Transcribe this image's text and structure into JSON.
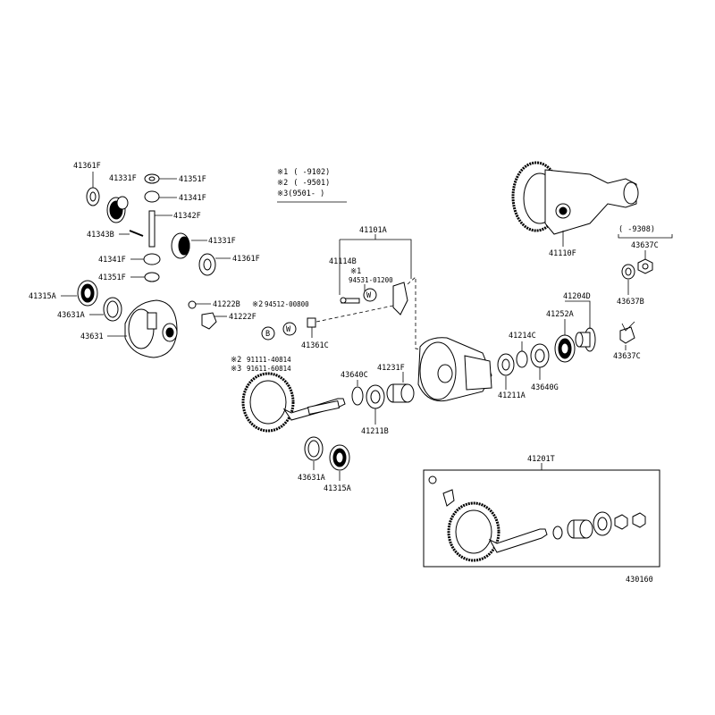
{
  "diagram_id": "430160",
  "notes": [
    {
      "mark": "※1",
      "range": "(     -9102)"
    },
    {
      "mark": "※2",
      "range": "(     -9501)"
    },
    {
      "mark": "※3",
      "range": "(9501-     )"
    }
  ],
  "labels": {
    "p41361F_top": "41361F",
    "p41331F_top": "41331F",
    "p41351F_top": "41351F",
    "p41341F_top": "41341F",
    "p41342F": "41342F",
    "p41343B": "41343B",
    "p41331F_mid": "41331F",
    "p41341F_left": "41341F",
    "p41361F_mid": "41361F",
    "p41351F_low": "41351F",
    "p41315A_left": "41315A",
    "p43631A_left": "43631A",
    "p43631": "43631",
    "p41222B": "41222B",
    "p41222F": "41222F",
    "p94512": "94512-00800",
    "p94512_mark": "※2",
    "p41101A": "41101A",
    "p41114B": "41114B",
    "p94531_mark": "※1",
    "p94531": "94531-01200",
    "p41361C": "41361C",
    "p91111_mark": "※2",
    "p91111": "91111-40814",
    "p91611_mark": "※3",
    "p91611": "91611-60814",
    "p43640C": "43640C",
    "p41231F": "41231F",
    "p41211B": "41211B",
    "p43631A_low": "43631A",
    "p41315A_low": "41315A",
    "p41110F": "41110F",
    "p9308": "(     -9308)",
    "p43637C_top": "43637C",
    "p43637B": "43637B",
    "p43637C_low": "43637C",
    "p41204D": "41204D",
    "p41252A": "41252A",
    "p41214C": "41214C",
    "p43640G": "43640G",
    "p41211A": "41211A",
    "p41201T": "41201T"
  },
  "symbols": {
    "washer_symbol": "W",
    "bolt_symbol": "B"
  }
}
